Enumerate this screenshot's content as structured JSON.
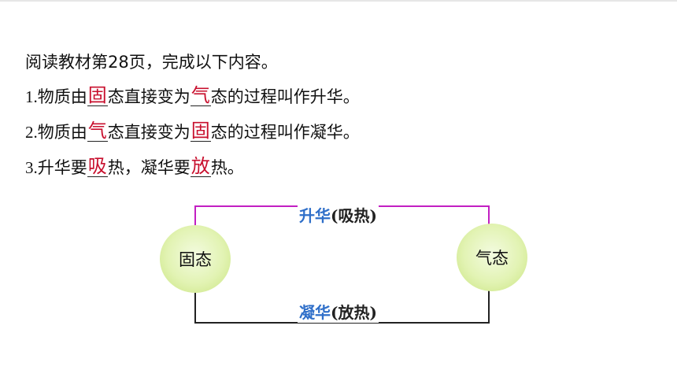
{
  "intro": "阅读教材第28页，完成以下内容。",
  "q1": {
    "num": "1.",
    "t1": "物质由",
    "a1": "固",
    "t2": "态直接变为",
    "a2": "气",
    "t3": "态的过程叫作升华。"
  },
  "q2": {
    "num": "2.",
    "t1": "物质由",
    "a1": "气",
    "t2": "态直接变为",
    "a2": "固",
    "t3": "态的过程叫作凝华。"
  },
  "q3": {
    "num": "3.",
    "t1": "升华要",
    "a1": "吸",
    "t2": "热，凝华要",
    "a2": "放",
    "t3": "热。"
  },
  "diagram": {
    "left_state": "固态",
    "right_state": "气态",
    "top_process": "升华",
    "top_heat": "(吸热)",
    "bottom_process": "凝华",
    "bottom_heat": "(放热)",
    "colors": {
      "top_arrow": "#c21fc2",
      "bottom_arrow": "#222222",
      "process_name": "#2f6fc9",
      "answer": "#c8102e"
    }
  }
}
